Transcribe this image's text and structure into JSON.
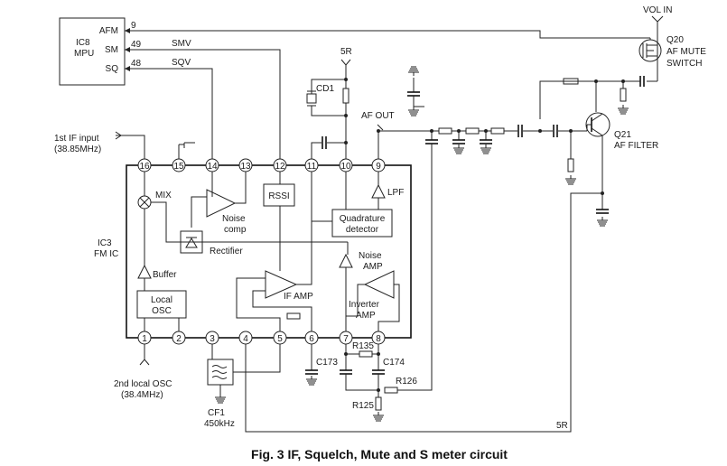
{
  "caption": "Fig. 3  IF, Squelch, Mute and S meter circuit",
  "ic8": {
    "name": "IC8",
    "sub": "MPU",
    "pins": {
      "afm": "AFM",
      "sm": "SM",
      "sq": "SQ"
    },
    "pin_numbers": {
      "afm": "9",
      "sm": "49",
      "sq": "48"
    }
  },
  "signals": {
    "smv": "SMV",
    "sqv": "SQV",
    "r5_top": "5R",
    "r5_bottom": "5R",
    "vol_in": "VOL IN",
    "af_out": "AF OUT"
  },
  "ic3": {
    "name": "IC3",
    "sub": "FM IC",
    "top_pins": [
      "16",
      "15",
      "14",
      "13",
      "12",
      "11",
      "10",
      "9"
    ],
    "bottom_pins": [
      "1",
      "2",
      "3",
      "4",
      "5",
      "6",
      "7",
      "8"
    ]
  },
  "blocks": {
    "mix": "MIX",
    "buffer": "Buffer",
    "local_osc_1": "Local",
    "local_osc_2": "OSC",
    "noise_comp_1": "Noise",
    "noise_comp_2": "comp",
    "rectifier": "Rectifier",
    "rssi": "RSSI",
    "quad_1": "Quadrature",
    "quad_2": "detector",
    "lpf": "LPF",
    "noise_amp_1": "Noise",
    "noise_amp_2": "AMP",
    "if_amp": "IF AMP",
    "inverter_1": "Inverter",
    "inverter_2": "AMP"
  },
  "inputs": {
    "if1_1": "1st IF input",
    "if1_2": "(38.85MHz)",
    "osc2_1": "2nd local OSC",
    "osc2_2": "(38.4MHz)"
  },
  "components": {
    "cd1": "CD1",
    "cf1": "CF1",
    "cf1_freq": "450kHz",
    "c173": "C173",
    "c174": "C174",
    "r135": "R135",
    "r126": "R126",
    "r125": "R125",
    "q20": "Q20",
    "q20_1": "AF MUTE",
    "q20_2": "SWITCH",
    "q21": "Q21",
    "q21_1": "AF FILTER"
  }
}
